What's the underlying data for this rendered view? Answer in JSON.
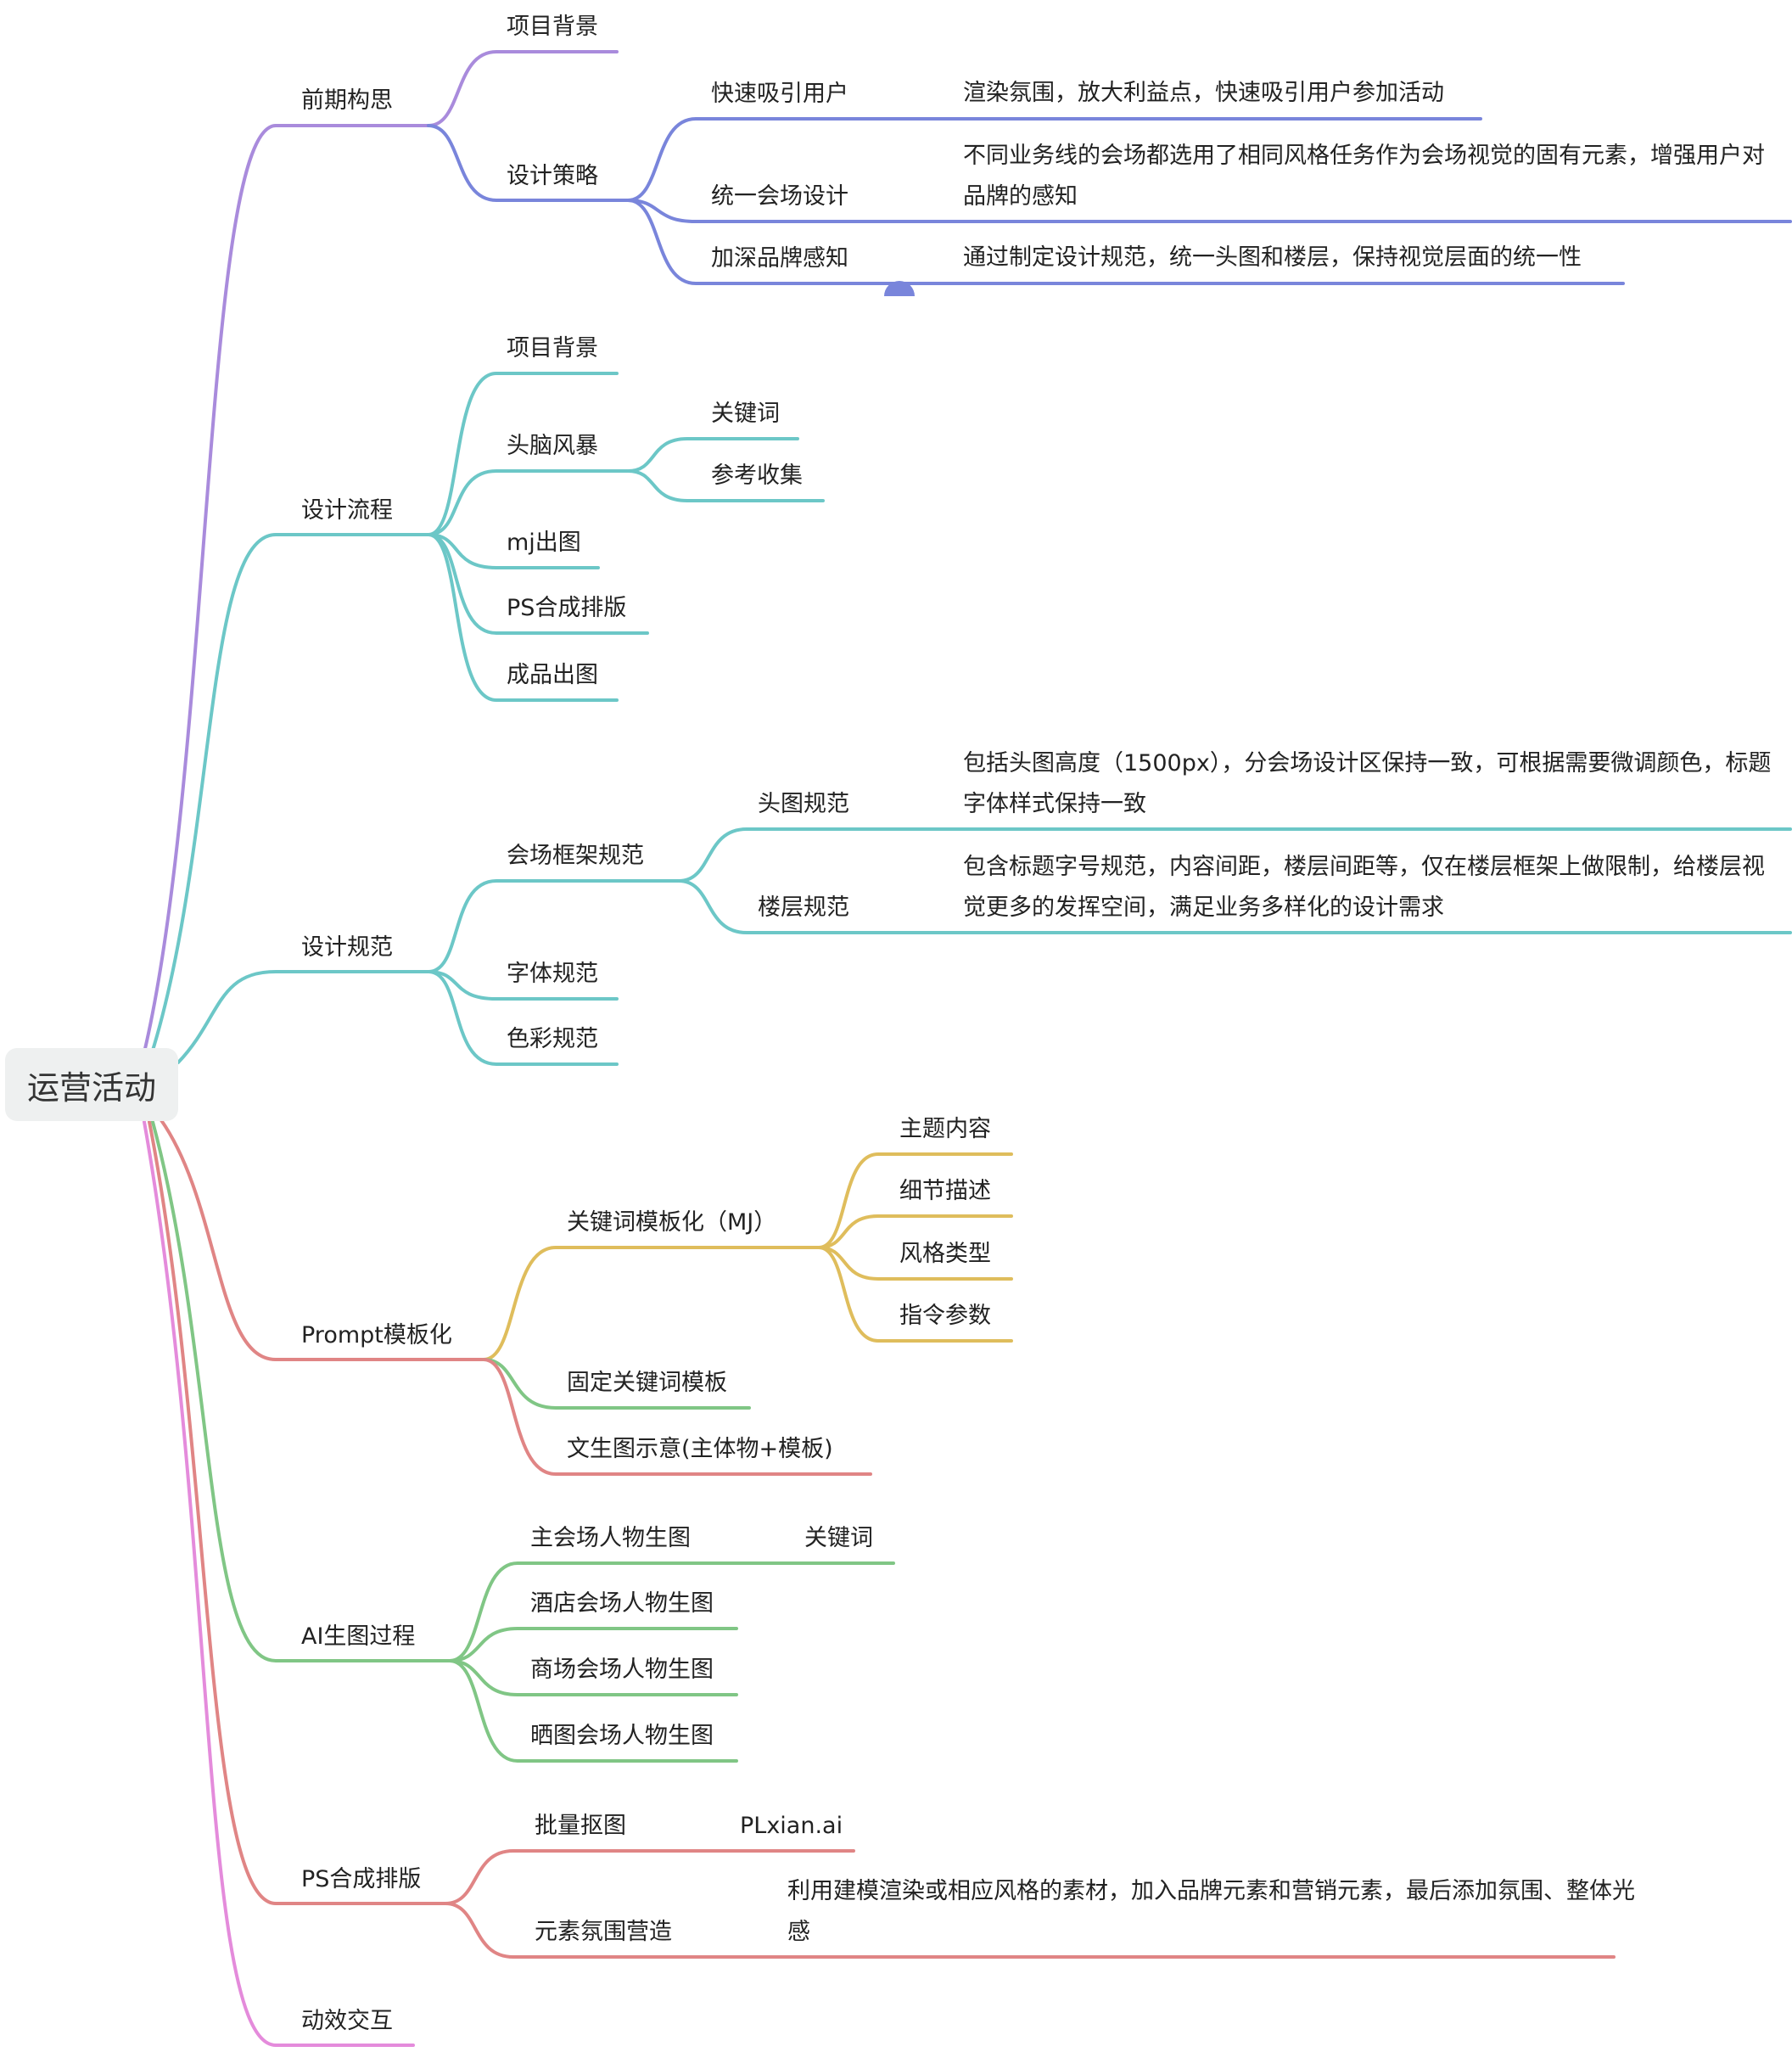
{
  "mindmap": {
    "root": "运营活动",
    "colors": {
      "purple": "#a98bdc",
      "indigo": "#7985db",
      "teal": "#6cc7c7",
      "gold": "#dfbd5c",
      "green": "#80c685",
      "red": "#e08585",
      "pink": "#e48bdb"
    },
    "nodes": {
      "qqgs": "前期构思",
      "qqgs_xmbj": "项目背景",
      "qqgs_sjcl": "设计策略",
      "kszyh": "快速吸引用户",
      "kszyh_desc": "渲染氛围，放大利益点，快速吸引用户参加活动",
      "tyhcsj": "统一会场设计",
      "tyhcsj_desc": "不同业务线的会场都选用了相同风格任务作为会场视觉的固有元素，增强用户对品牌的感知",
      "jspp": "加深品牌感知",
      "jspp_desc": "通过制定设计规范，统一头图和楼层，保持视觉层面的统一性",
      "sjlc": "设计流程",
      "sjlc_xmbj": "项目背景",
      "tnfb": "头脑风暴",
      "tnfb_gjc": "关键词",
      "tnfb_cksj": "参考收集",
      "mjct": "mj出图",
      "pshcpb": "PS合成排版",
      "cpct": "成品出图",
      "sjgf": "设计规范",
      "hckjgf": "会场框架规范",
      "ttgf": "头图规范",
      "ttgf_desc": "包括头图高度（1500px），分会场设计区保持一致，可根据需要微调颜色，标题字体样式保持一致",
      "lcgf": "楼层规范",
      "lcgf_desc": "包含标题字号规范，内容间距，楼层间距等，仅在楼层框架上做限制，给楼层视觉更多的发挥空间，满足业务多样化的设计需求",
      "ztgf": "字体规范",
      "scgf": "色彩规范",
      "prompt": "Prompt模板化",
      "gjcmbh": "关键词模板化（MJ）",
      "ztnr": "主题内容",
      "xjms": "细节描述",
      "fglx": "风格类型",
      "zlcs": "指令参数",
      "gdgjc": "固定关键词模板",
      "wstsy": "文生图示意(主体物+模板)",
      "aisc": "AI生图过程",
      "zhc": "主会场人物生图",
      "zhc_gjc": "关键词",
      "jdhc": "酒店会场人物生图",
      "schc": "商场会场人物生图",
      "sthc": "晒图会场人物生图",
      "pshc": "PS合成排版",
      "plkt": "批量抠图",
      "plxian": "PLxian.ai",
      "ysfw": "元素氛围营造",
      "ysfw_desc": "利用建模渲染或相应风格的素材，加入品牌元素和营销元素，最后添加氛围、整体光感",
      "dxjh": "动效交互"
    }
  }
}
